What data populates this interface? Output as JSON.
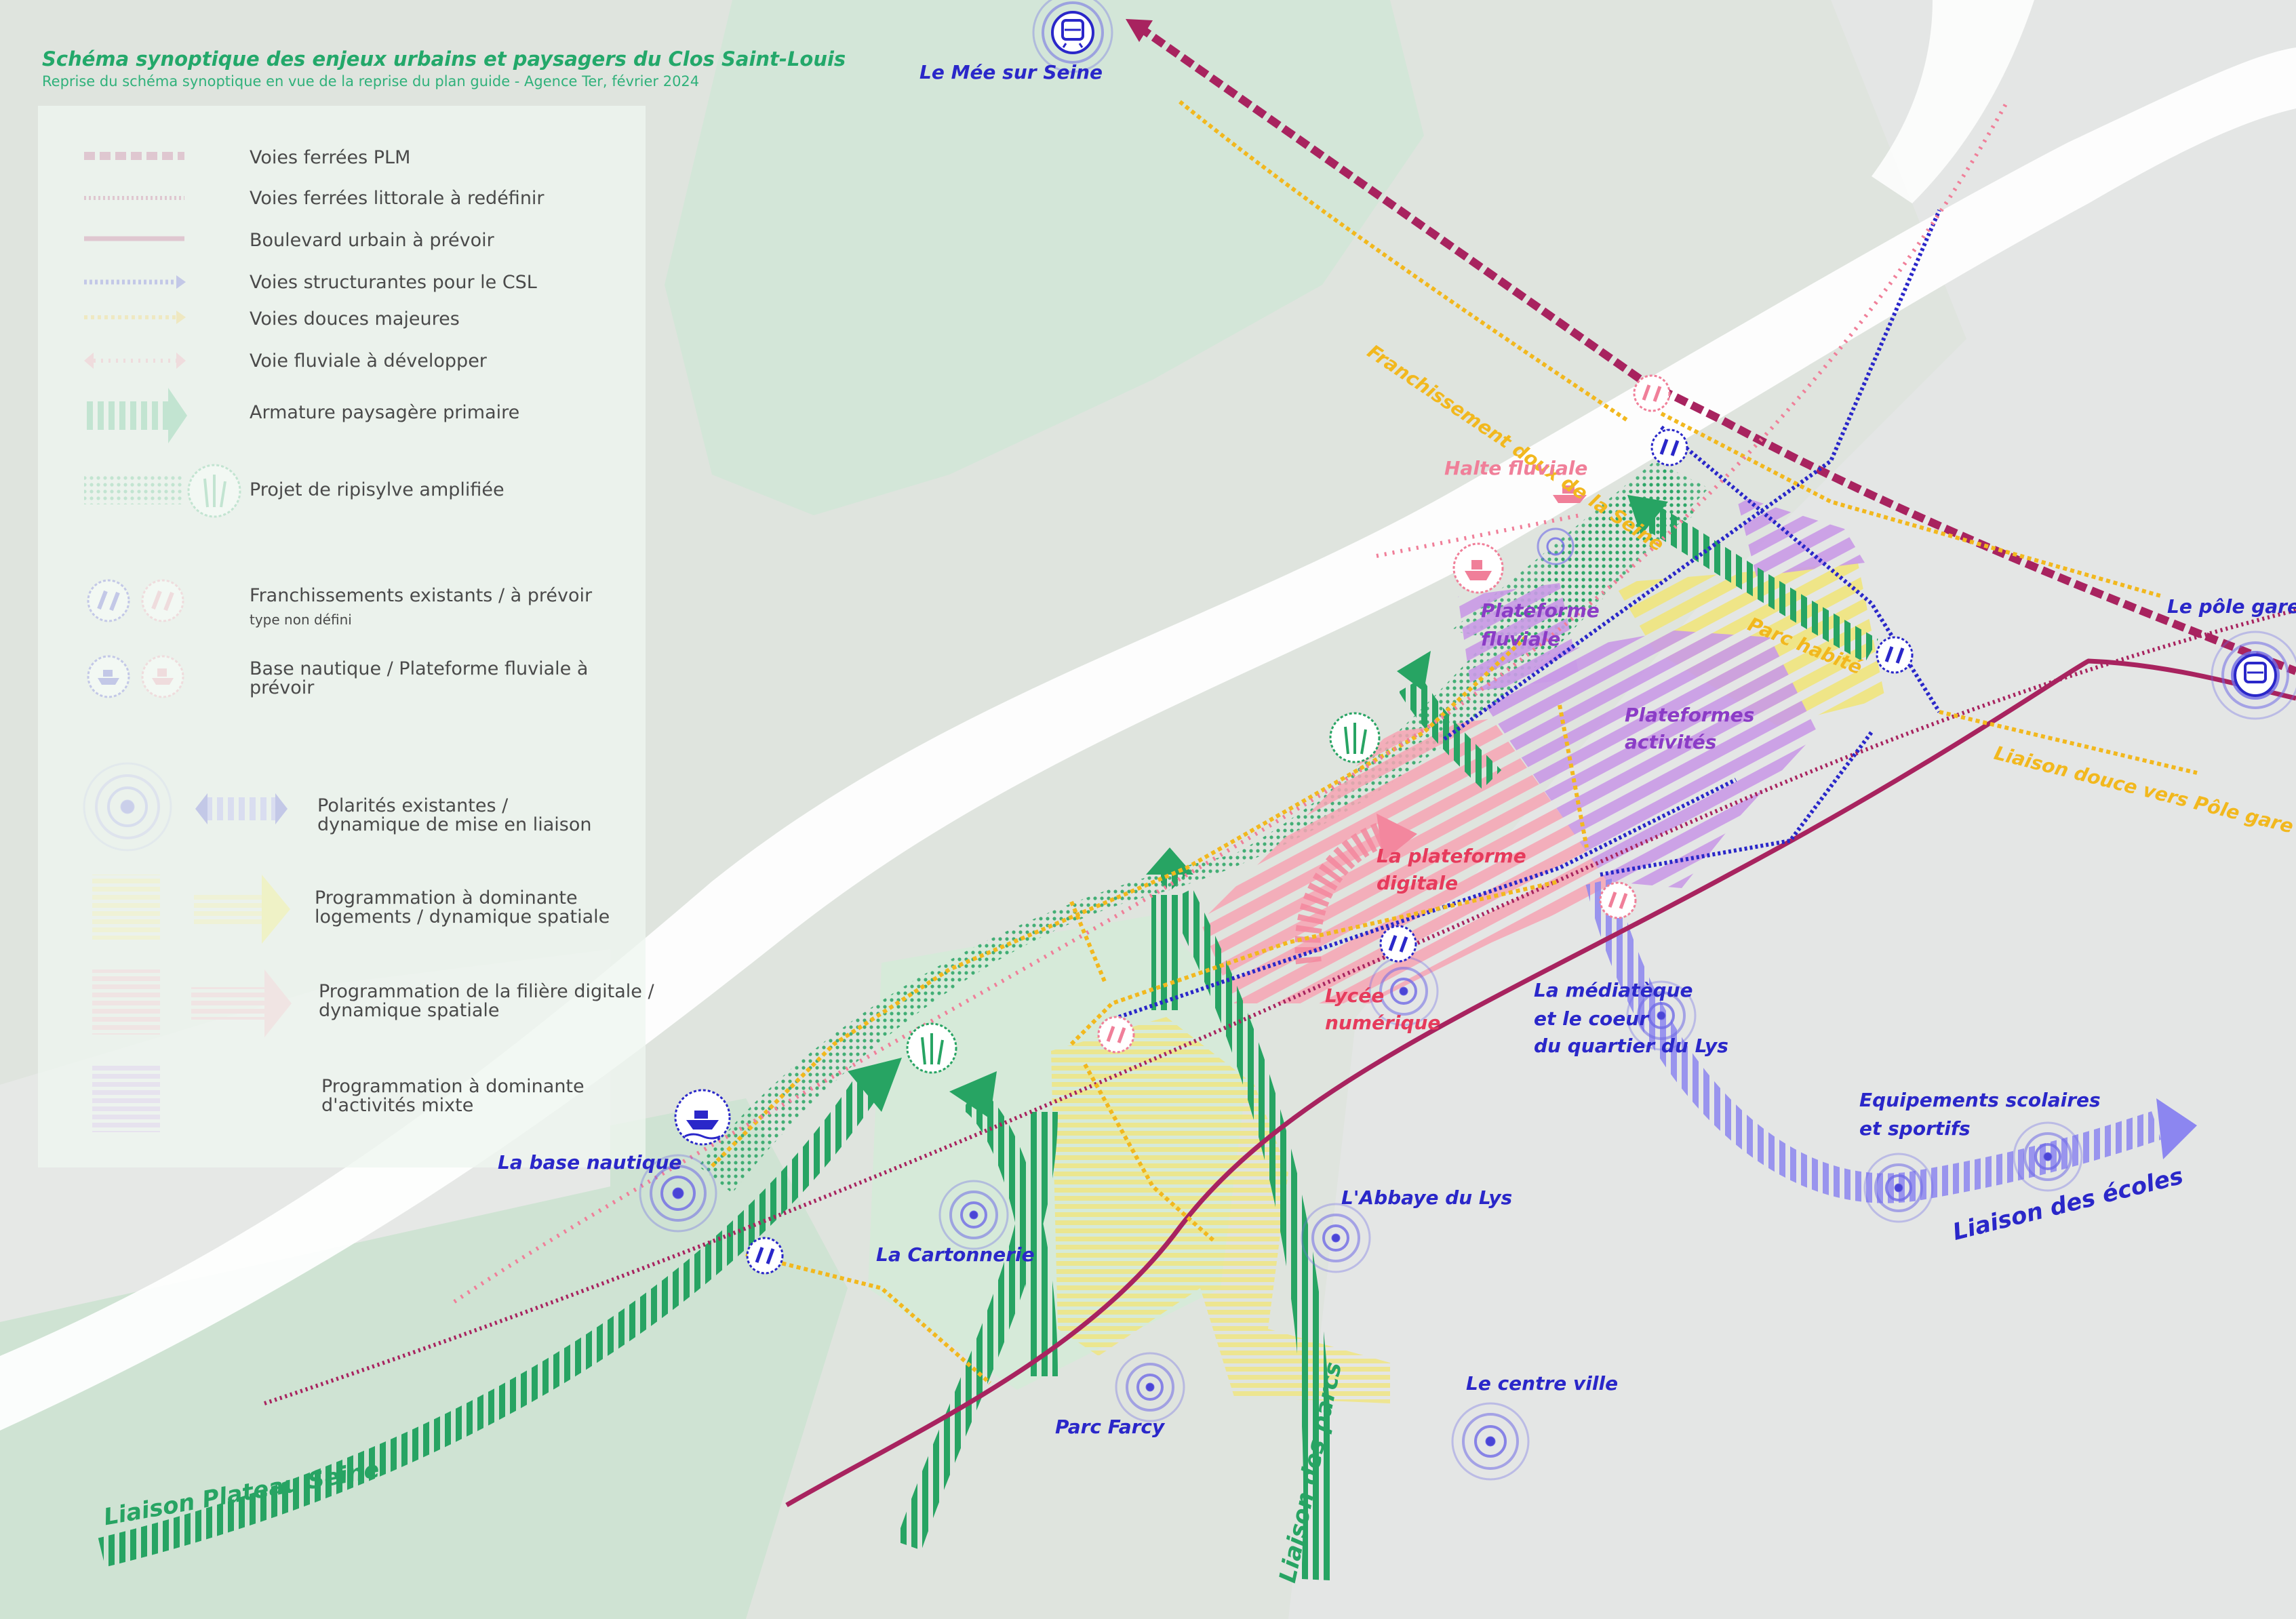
{
  "title": "Schéma synoptique des enjeux urbains et paysagers du Clos Saint-Louis",
  "subtitle": "Reprise du schéma synoptique en vue de la reprise du plan guide - Agence Ter, février 2024",
  "colors": {
    "rail_plm": "#a8235f",
    "boulevard": "#a8235f",
    "structurante": "#2a27c9",
    "douce": "#f2b81e",
    "fluviale": "#f07f99",
    "paysage": "#27a463",
    "logements": "#f0e57d",
    "digitale": "#f6a4b4",
    "activites": "#c99ae6",
    "seine": "#ffffff"
  },
  "legend": {
    "rail_plm": "Voies ferrées PLM",
    "rail_littorale": "Voies ferrées littorale à redéfinir",
    "boulevard": "Boulevard urbain à prévoir",
    "structurantes": "Voies structurantes pour le CSL",
    "douces": "Voies douces majeures",
    "fluviale": "Voie fluviale à développer",
    "armature": "Armature paysagère primaire",
    "ripisylve": "Projet de ripisylve amplifiée",
    "franchissements": "Franchissements existants / à prévoir",
    "franchissements_note": "type non défini",
    "base_nautique_1": "Base nautique / Plateforme fluviale à",
    "base_nautique_2": "prévoir",
    "polarites_1": "Polarités existantes /",
    "polarites_2": "dynamique de mise en liaison",
    "logements_1": "Programmation à dominante",
    "logements_2": "logements / dynamique spatiale",
    "digitale_1": "Programmation de la filière digitale /",
    "digitale_2": "dynamique spatiale",
    "activites_1": "Programmation à dominante",
    "activites_2": "d'activités mixte"
  },
  "places": {
    "mee": "Le Mée sur Seine",
    "franchissement": "Franchissement doux de la Seine",
    "halte": "Halte fluviale",
    "plateforme_fluviale_1": "Plateforme",
    "plateforme_fluviale_2": "fluviale",
    "parc_habite": "Parc habité",
    "plateformes_activites_1": "Plateformes",
    "plateformes_activites_2": "activités",
    "pole_gare": "Le pôle gare",
    "liaison_pole_gare": "Liaison douce vers Pôle gare",
    "plateforme_digitale_1": "La plateforme",
    "plateforme_digitale_2": "digitale",
    "lycee_1": "Lycée",
    "lycee_2": "numérique",
    "mediatheque_1": "La médiatèque",
    "mediatheque_2": "et le coeur",
    "mediatheque_3": "du quartier du Lys",
    "equipements_1": "Equipements scolaires",
    "equipements_2": "et sportifs",
    "liaison_ecoles": "Liaison des écoles",
    "base_nautique": "La base nautique",
    "cartonnerie": "La Cartonnerie",
    "abbaye": "L'Abbaye du Lys",
    "centre_ville": "Le centre ville",
    "parc_farcy": "Parc Farcy",
    "liaison_parcs": "Liaison des parcs",
    "liaison_plateau": "Liaison Plateau Seine"
  },
  "icons": {
    "train": "train-station-icon",
    "boat": "boat-icon",
    "ship": "ship-icon",
    "reeds": "reeds-icon",
    "crossing": "two-way-arrows-icon",
    "polarity": "concentric-circles-icon"
  }
}
